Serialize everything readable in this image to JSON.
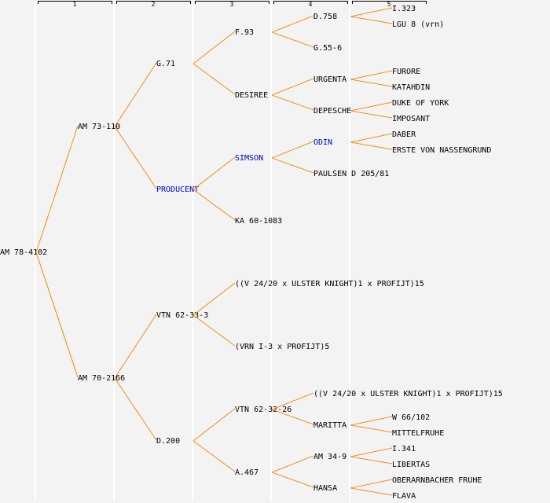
{
  "header": {
    "columns": [
      "1",
      "2",
      "3",
      "4",
      "5"
    ]
  },
  "colors": {
    "background": "#f3f3f3",
    "connector": "#f0901a",
    "text": "#000000",
    "highlight": "#0000cc",
    "separator": "#ffffff"
  },
  "pedigree": {
    "root": {
      "name": "AM 78-4102",
      "parents": [
        {
          "name": "AM 73-110",
          "parents": [
            {
              "name": "G.71",
              "parents": [
                {
                  "name": "F.93",
                  "parents": [
                    {
                      "name": "D.758",
                      "parents": [
                        {
                          "name": "I.323"
                        },
                        {
                          "name": "LGU 8 (vrn)"
                        }
                      ]
                    },
                    {
                      "name": "G.55-6"
                    }
                  ]
                },
                {
                  "name": "DESIREE",
                  "parents": [
                    {
                      "name": "URGENTA",
                      "parents": [
                        {
                          "name": "FURORE"
                        },
                        {
                          "name": "KATAHDIN"
                        }
                      ]
                    },
                    {
                      "name": "DEPESCHE",
                      "parents": [
                        {
                          "name": "DUKE OF YORK"
                        },
                        {
                          "name": "IMPOSANT"
                        }
                      ]
                    }
                  ]
                }
              ]
            },
            {
              "name": "PRODUCENT",
              "highlight": true,
              "parents": [
                {
                  "name": "SIMSON",
                  "highlight": true,
                  "parents": [
                    {
                      "name": "ODIN",
                      "highlight": true,
                      "parents": [
                        {
                          "name": "DABER"
                        },
                        {
                          "name": "ERSTE VON NASSENGRUND"
                        }
                      ]
                    },
                    {
                      "name": "PAULSEN D 205/81"
                    }
                  ]
                },
                {
                  "name": "KA 60-1083"
                }
              ]
            }
          ]
        },
        {
          "name": "AM 70-2166",
          "parents": [
            {
              "name": "VTN 62-33-3",
              "parents": [
                {
                  "name": "((V 24/20 x ULSTER KNIGHT)1 x PROFIJT)15"
                },
                {
                  "name": "(VRN I-3 x PROFIJT)5"
                }
              ]
            },
            {
              "name": "D.200",
              "parents": [
                {
                  "name": "VTN 62-32-26",
                  "parents": [
                    {
                      "name": "((V 24/20 x ULSTER KNIGHT)1 x PROFIJT)15"
                    },
                    {
                      "name": "MARITTA",
                      "parents": [
                        {
                          "name": "W 66/102"
                        },
                        {
                          "name": "MITTELFRUHE"
                        }
                      ]
                    }
                  ]
                },
                {
                  "name": "A.467",
                  "parents": [
                    {
                      "name": "AM 34-9",
                      "parents": [
                        {
                          "name": "I.341"
                        },
                        {
                          "name": "LIBERTAS"
                        }
                      ]
                    },
                    {
                      "name": "HANSA",
                      "parents": [
                        {
                          "name": "OBERARNBACHER FRUHE"
                        },
                        {
                          "name": "FLAVA"
                        }
                      ]
                    }
                  ]
                }
              ]
            }
          ]
        }
      ]
    }
  }
}
